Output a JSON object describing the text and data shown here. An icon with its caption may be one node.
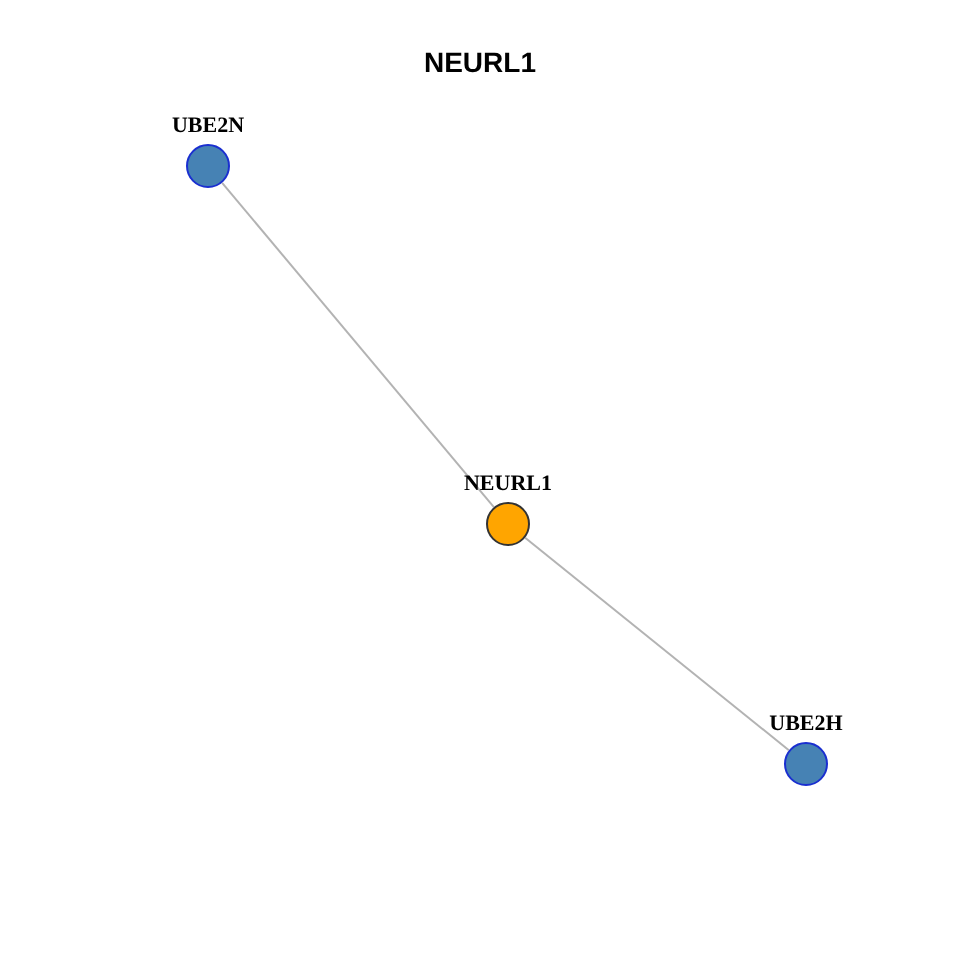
{
  "diagram": {
    "title": "NEURL1",
    "nodes": [
      {
        "text": [
          "UBE2N"
        ]
      },
      {
        "text": [
          "NEURL1"
        ]
      },
      {
        "text": [
          "UBE2H"
        ]
      }
    ],
    "edges": [
      {
        "from": 0,
        "to": 1,
        "arrow": "none"
      },
      {
        "from": 1,
        "to": 2,
        "arrow": "none"
      }
    ]
  }
}
